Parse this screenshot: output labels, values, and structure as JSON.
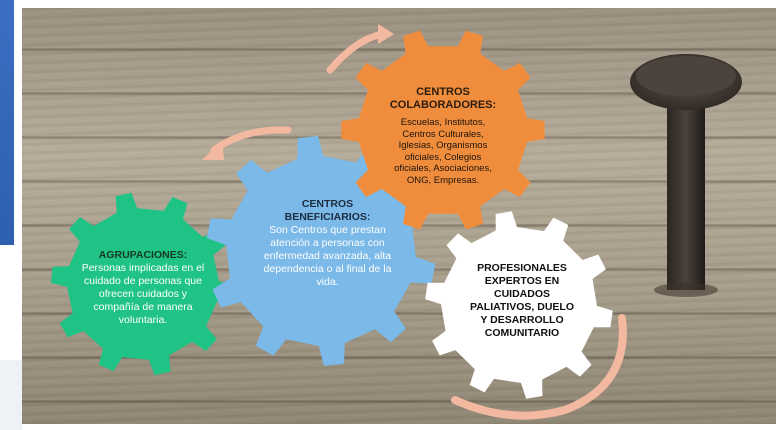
{
  "slide": {
    "gears": {
      "agrupaciones": {
        "title": "AGRUPACIONES:",
        "body": "Personas implicadas en el cuidado de personas que ofrecen cuidados y compañía de manera voluntaria.",
        "color": "#1fc386"
      },
      "centros_beneficiarios": {
        "title": "CENTROS BENEFICIARIOS:",
        "body": "Son Centros que prestan atención a personas con enfermedad avanzada, alta dependencia o al final de la vida.",
        "color": "#7bb9e8"
      },
      "centros_colaboradores": {
        "title": "CENTROS COLABORADORES:",
        "body": "Escuelas, Institutos, Centros Culturales, Iglesias, Organismos oficiales, Colegios oficiales, Asociaciones, ONG, Empresas.",
        "color": "#f08d3c"
      },
      "profesionales": {
        "title": "PROFESIONALES EXPERTOS EN CUIDADOS PALIATIVOS, DUELO Y DESARROLLO COMUNITARIO",
        "color": "#ffffff"
      }
    },
    "arrow_color": "#f3b9a0",
    "icons": [
      "nail-icon",
      "curved-arrow-icon"
    ]
  }
}
